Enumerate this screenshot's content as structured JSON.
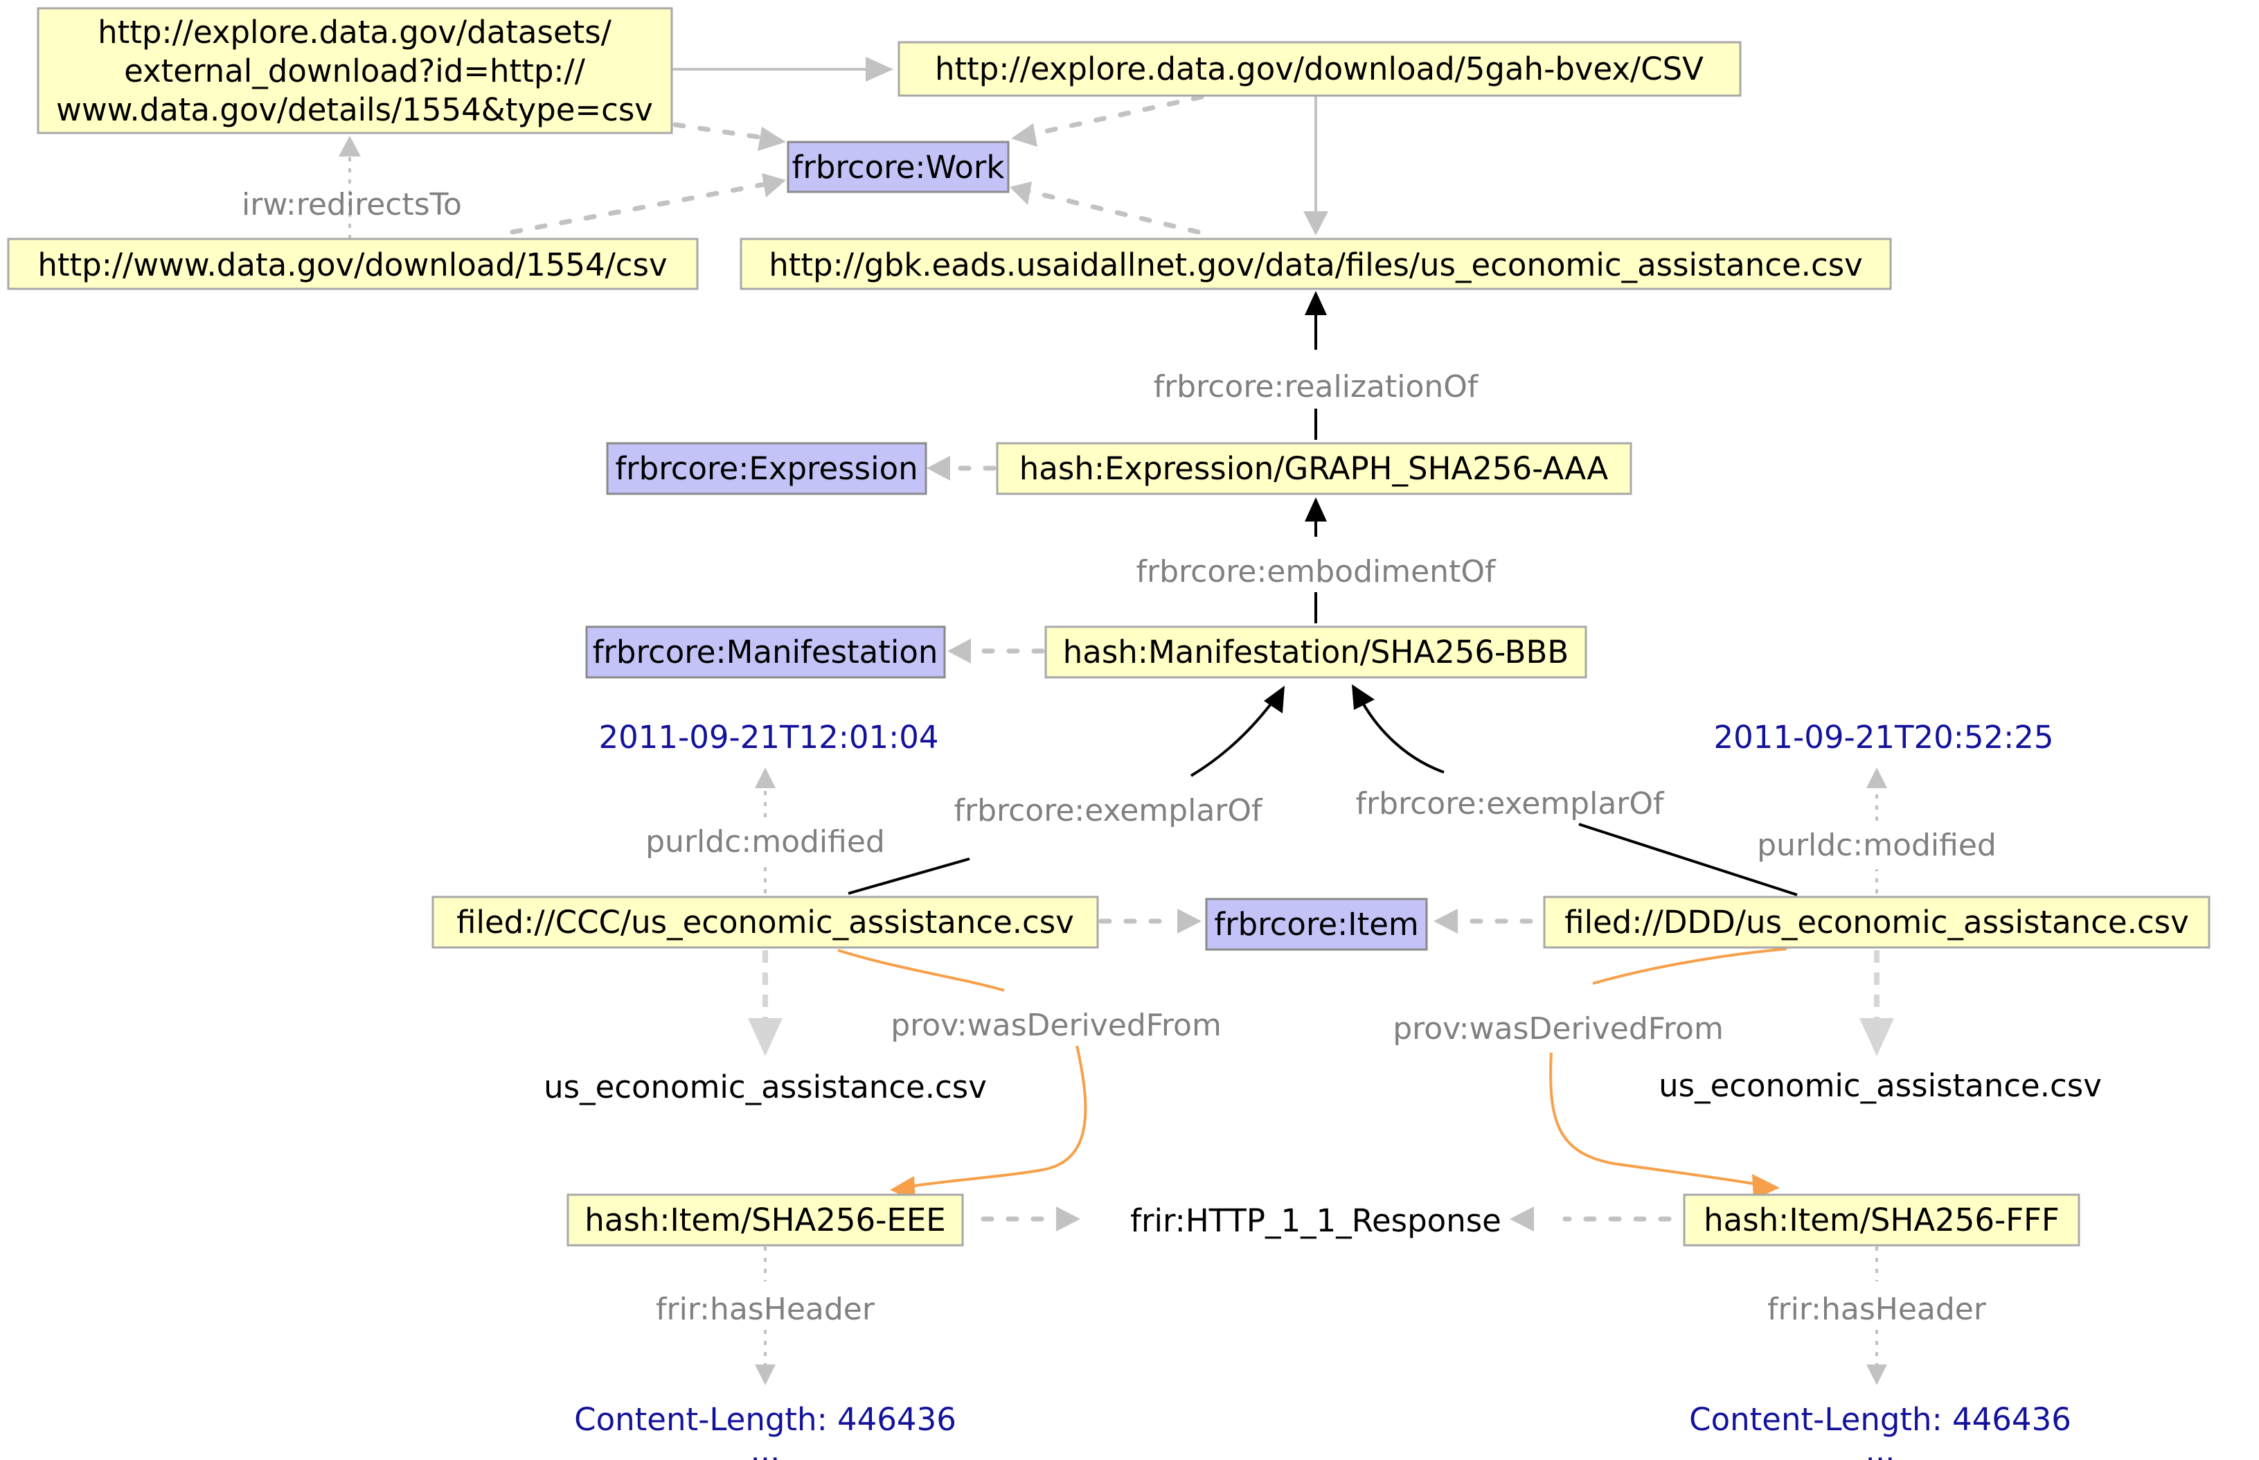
{
  "nodes": {
    "redirect_url": [
      "http://explore.data.gov/datasets/",
      "external_download?id=http://",
      "www.data.gov/details/1554&type=csv"
    ],
    "csv_download": "http://explore.data.gov/download/5gah-bvex/CSV",
    "work_class": "frbrcore:Work",
    "datagov_download": "http://www.data.gov/download/1554/csv",
    "usaid_csv": "http://gbk.eads.usaidallnet.gov/data/files/us_economic_assistance.csv",
    "expression_class": "frbrcore:Expression",
    "expression_hash": "hash:Expression/GRAPH_SHA256-AAA",
    "manifestation_class": "frbrcore:Manifestation",
    "manifestation_hash": "hash:Manifestation/SHA256-BBB",
    "file_ccc": "filed://CCC/us_economic_assistance.csv",
    "item_class": "frbrcore:Item",
    "file_ddd": "filed://DDD/us_economic_assistance.csv",
    "item_eee": "hash:Item/SHA256-EEE",
    "http_response": "frir:HTTP_1_1_Response",
    "item_fff": "hash:Item/SHA256-FFF"
  },
  "literals": {
    "modified_left": "2011-09-21T12:01:04",
    "modified_right": "2011-09-21T20:52:25",
    "filename_left": "us_economic_assistance.csv",
    "filename_right": "us_economic_assistance.csv",
    "content_length_left": "Content-Length: 446436",
    "ellipsis_left": "...",
    "content_length_right": "Content-Length: 446436",
    "ellipsis_right": "..."
  },
  "edges": {
    "redirects_to": "irw:redirectsTo",
    "realization_of": "frbrcore:realizationOf",
    "embodiment_of": "frbrcore:embodimentOf",
    "exemplar_of_left": "frbrcore:exemplarOf",
    "exemplar_of_right": "frbrcore:exemplarOf",
    "modified_left": "purldc:modified",
    "modified_right": "purldc:modified",
    "derived_left": "prov:wasDerivedFrom",
    "derived_right": "prov:wasDerivedFrom",
    "has_header_left": "frir:hasHeader",
    "has_header_right": "frir:hasHeader"
  },
  "colors": {
    "instance_fill": "#ffffc6",
    "class_fill": "#c3c3f8",
    "literal_text": "#13129b",
    "edge_label": "#808080",
    "derivation": "#f7a04a"
  }
}
